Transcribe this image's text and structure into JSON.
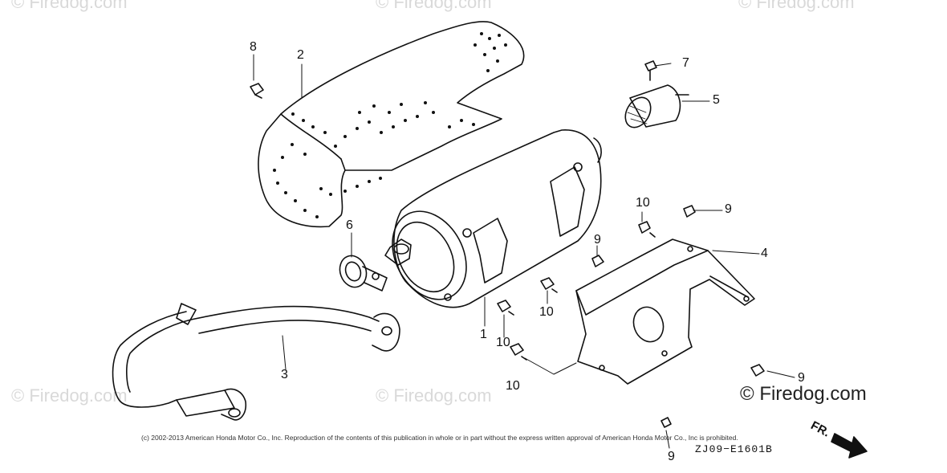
{
  "watermarks": {
    "top_left": "© Firedog.com",
    "top_center": "© Firedog.com",
    "top_right": "© Firedog.com",
    "bottom_left": "© Firedog.com",
    "bottom_center": "© Firedog.com",
    "bottom_right": "© Firedog.com"
  },
  "callouts": {
    "c1": "1",
    "c2": "2",
    "c3": "3",
    "c4": "4",
    "c5": "5",
    "c6": "6",
    "c7": "7",
    "c8": "8",
    "c9a": "9",
    "c9b": "9",
    "c9c": "9",
    "c9d": "9",
    "c10a": "10",
    "c10b": "10",
    "c10c": "10",
    "c10d": "10"
  },
  "copyright": "(c) 2002-2013 American Honda Motor Co., Inc. Reproduction of the contents of this publication in whole or in part without the express written approval of American Honda Motor Co., Inc is prohibited.",
  "diagram_code": "ZJ09−E1601B",
  "front_indicator": "FR."
}
